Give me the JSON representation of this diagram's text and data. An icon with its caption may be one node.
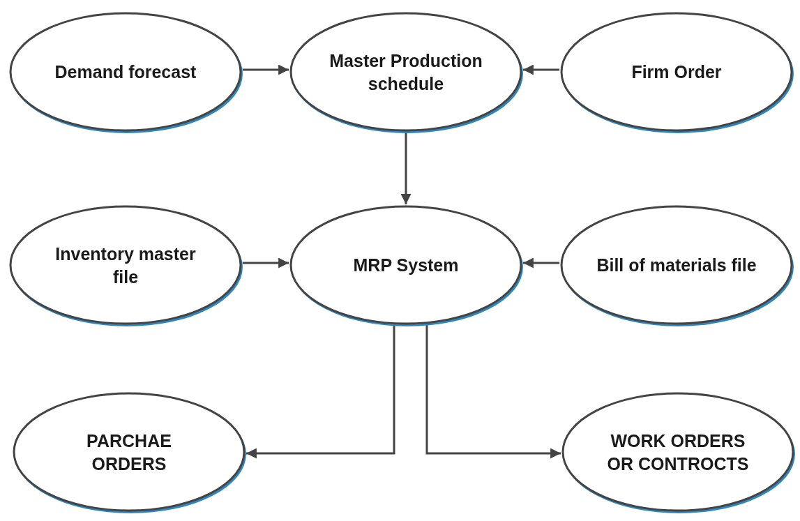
{
  "diagram": {
    "nodes": [
      {
        "text": [
          "Demand forecast"
        ]
      },
      {
        "text": [
          "Master Production schedule"
        ]
      },
      {
        "text": [
          "Firm Order"
        ]
      },
      {
        "text": [
          "Inventory master file"
        ]
      },
      {
        "text": [
          "MRP System"
        ]
      },
      {
        "text": [
          "Bill of materials file"
        ]
      },
      {
        "text": [
          "PARCHAE ORDERS"
        ]
      },
      {
        "text": [
          "WORK ORDERS OR CONTROCTS"
        ]
      }
    ],
    "edges": [
      {
        "from": 0,
        "to": 1,
        "arrow": "to"
      },
      {
        "from": 2,
        "to": 1,
        "arrow": "to"
      },
      {
        "from": 1,
        "to": 4,
        "arrow": "to"
      },
      {
        "from": 3,
        "to": 4,
        "arrow": "to"
      },
      {
        "from": 5,
        "to": 4,
        "arrow": "to"
      },
      {
        "from": 4,
        "to": 6,
        "arrow": "to"
      },
      {
        "from": 4,
        "to": 7,
        "arrow": "to"
      }
    ]
  }
}
